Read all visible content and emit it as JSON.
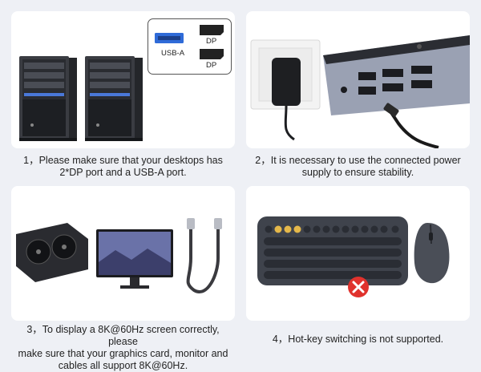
{
  "panels": [
    {
      "port_labels": {
        "usb": "USB-A",
        "dp1": "DP",
        "dp2": "DP"
      },
      "caption_lines": [
        "1，Please make sure that your desktops has",
        "2*DP port and a USB-A port."
      ]
    },
    {
      "caption_lines": [
        "2，It is necessary to use the connected power",
        "supply to ensure stability."
      ]
    },
    {
      "caption_lines": [
        "3，To display a 8K@60Hz screen correctly, please",
        "make sure that your graphics card, monitor and",
        "cables all support 8K@60Hz."
      ]
    },
    {
      "status_icon": "red-x-icon",
      "caption_lines": [
        "4，Hot-key switching is not supported."
      ]
    }
  ],
  "colors": {
    "accent_blue": "#2f6bd8",
    "error_red": "#e0322d",
    "background": "#eef0f5"
  }
}
